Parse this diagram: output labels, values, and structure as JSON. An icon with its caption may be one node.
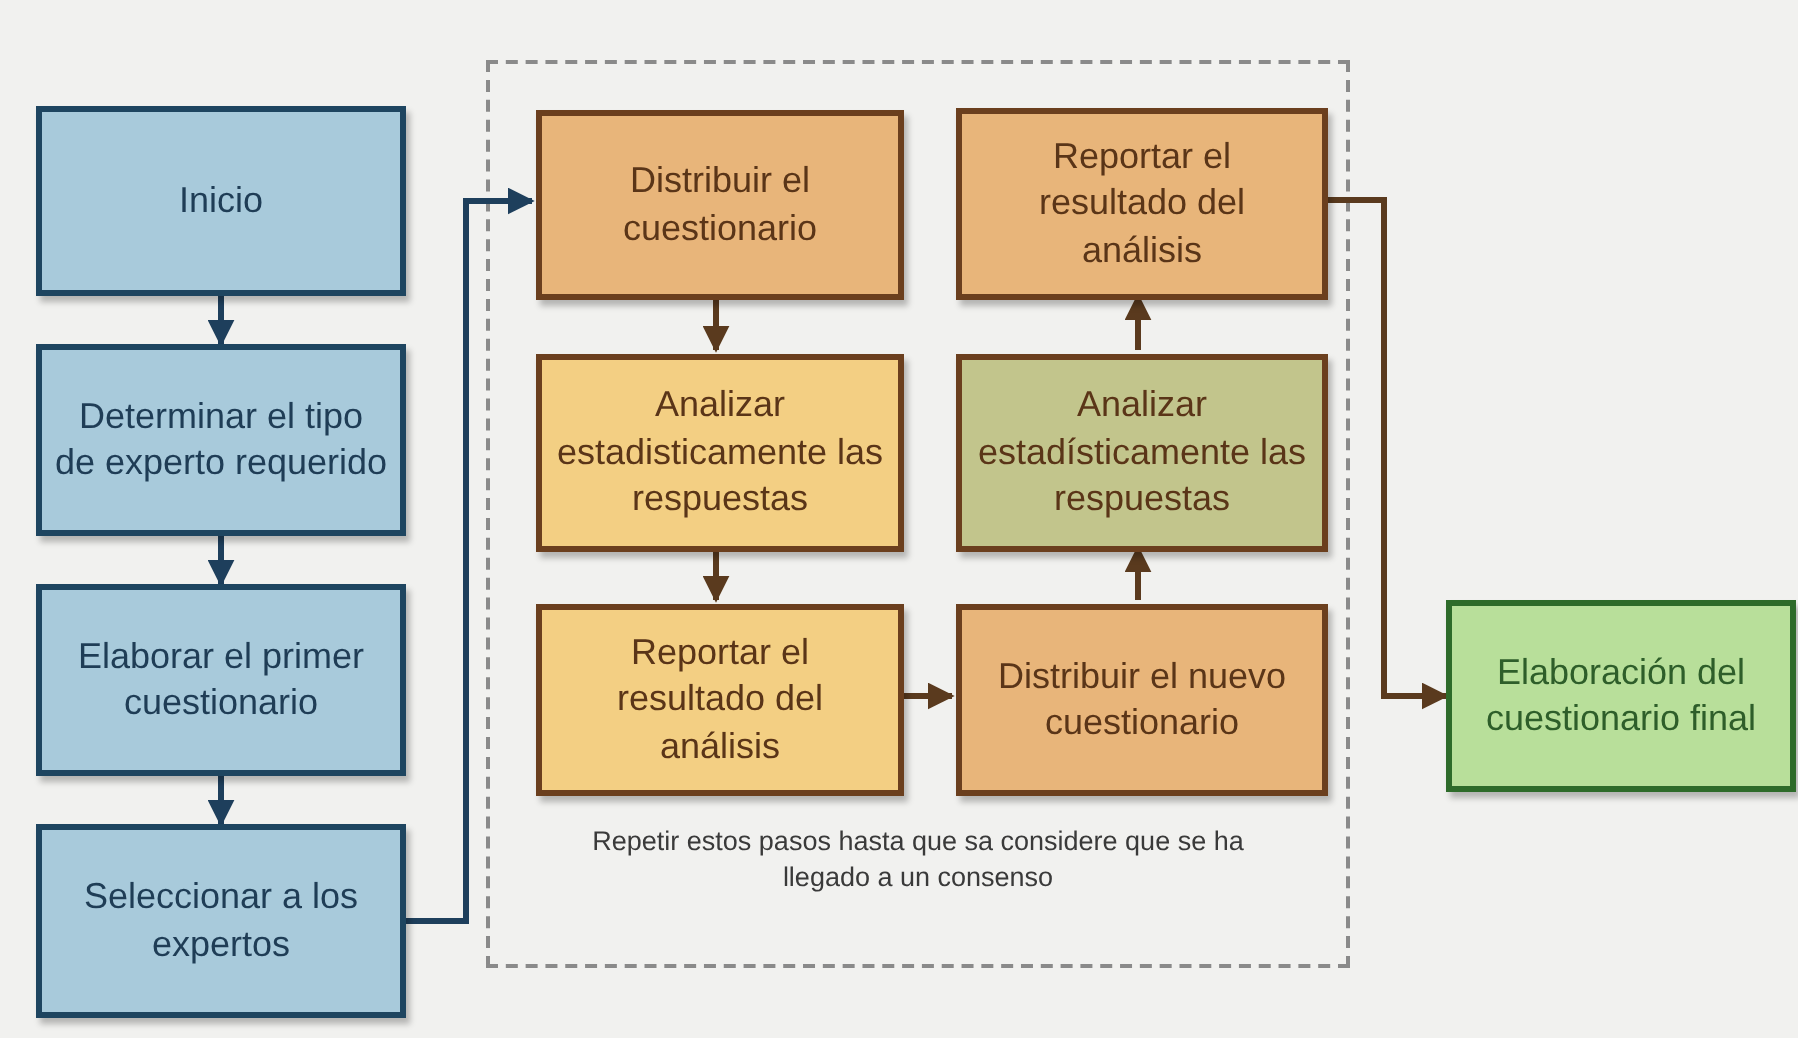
{
  "diagram": {
    "nodes": [
      {
        "text": [
          "Inicio"
        ]
      },
      {
        "text": [
          "Determinar el tipo de experto requerido"
        ]
      },
      {
        "text": [
          "Elaborar el primer cuestionario"
        ]
      },
      {
        "text": [
          "Seleccionar a los expertos"
        ]
      },
      {
        "text": [
          "Repetir estos pasos hasta que sa considere que se ha llegado a un consenso"
        ]
      },
      {
        "text": [
          "Distribuir el cuestionario"
        ],
        "in": 4
      },
      {
        "text": [
          "Analizar estadisticamente las respuestas"
        ],
        "in": 4
      },
      {
        "text": [
          "Reportar el resultado del análisis"
        ],
        "in": 4
      },
      {
        "text": [
          "Reportar el resultado del análisis"
        ],
        "in": 4
      },
      {
        "text": [
          "Analizar estadísticamente las respuestas"
        ],
        "in": 4
      },
      {
        "text": [
          "Distribuir el nuevo cuestionario"
        ],
        "in": 4
      },
      {
        "text": [
          "Elaboración del cuestionario final"
        ]
      }
    ],
    "edges": [
      {
        "from": 0,
        "to": 1,
        "arrow": "to",
        "color": "#1e3f5c"
      },
      {
        "from": 1,
        "to": 2,
        "arrow": "to",
        "color": "#1e3f5c"
      },
      {
        "from": 2,
        "to": 3,
        "arrow": "to",
        "color": "#1e3f5c"
      },
      {
        "from": 3,
        "to": 5,
        "arrow": "to",
        "color": "#1e3f5c"
      },
      {
        "from": 5,
        "to": 6,
        "arrow": "to"
      },
      {
        "from": 6,
        "to": 7,
        "arrow": "to"
      },
      {
        "from": 7,
        "to": 10,
        "arrow": "to"
      },
      {
        "from": 10,
        "to": 9,
        "arrow": "to"
      },
      {
        "from": 9,
        "to": 8,
        "arrow": "to"
      },
      {
        "from": 8,
        "to": 11,
        "arrow": "to"
      }
    ]
  }
}
